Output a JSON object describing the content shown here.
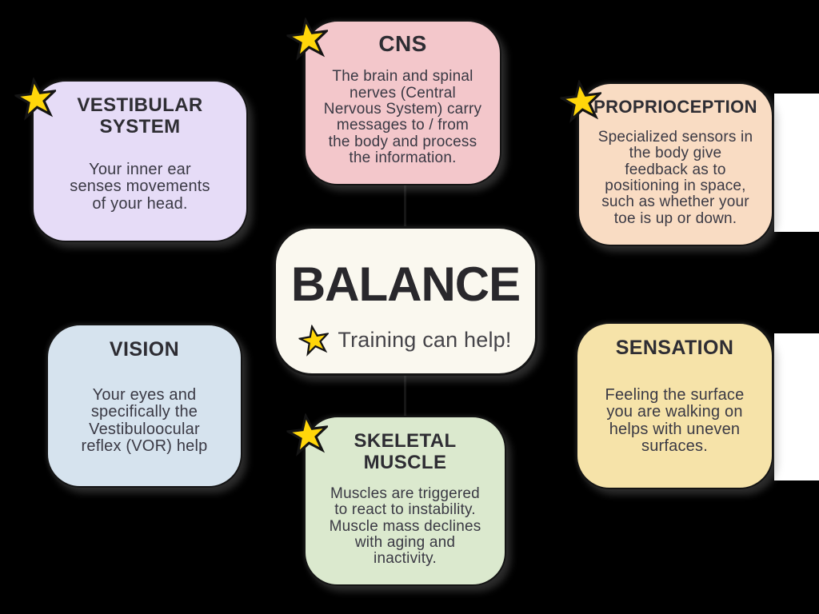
{
  "diagram_title": "BALANCE",
  "colors": {
    "canvas": "#000000",
    "white_patch": "#FFFFFF",
    "star_fill": "#FFD60A",
    "star_outline": "#141414",
    "card_border": "#141414",
    "title_text": "#2E2D33",
    "body_text": "#3A3944"
  },
  "cards": {
    "balance": {
      "title": "BALANCE",
      "subtitle": "Training can help!",
      "bg": "#FAF8EF"
    },
    "vestibular": {
      "title": "VESTIBULAR\nSYSTEM",
      "body": "Your inner ear\nsenses movements\nof your head.",
      "bg": "#E6DCF7"
    },
    "cns": {
      "title": "CNS",
      "body": "The brain and spinal\nnerves (Central\nNervous System) carry\nmessages to / from\nthe body and process\nthe information.",
      "bg": "#F3C7CB"
    },
    "proprioception": {
      "title": "PROPRIOCEPTION",
      "body": "Specialized sensors in\nthe body give\nfeedback as to\npositioning in space,\nsuch as whether your\ntoe is up or down.",
      "bg": "#F9DCC3"
    },
    "vision": {
      "title": "VISION",
      "body": "Your eyes and\nspecifically the\nVestibuloocular\nreflex (VOR) help",
      "bg": "#D6E3EE"
    },
    "skeletal": {
      "title": "SKELETAL\nMUSCLE",
      "body": "Muscles are triggered\nto react to instability.\nMuscle mass declines\nwith aging and\ninactivity.",
      "bg": "#DBE9CE"
    },
    "sensation": {
      "title": "SENSATION",
      "body": "Feeling the surface\nyou are walking on\nhelps with uneven\nsurfaces.",
      "bg": "#F6E3A9"
    }
  }
}
